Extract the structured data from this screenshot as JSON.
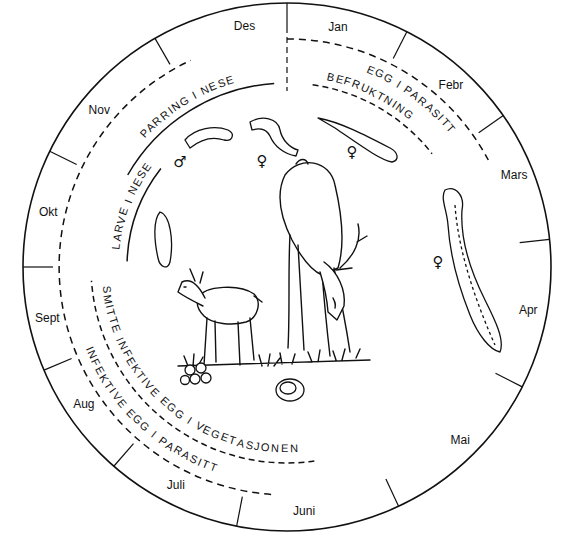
{
  "diagram": {
    "labels": [
      "Des",
      "Jan",
      "Febr",
      "Mars",
      "Apr",
      "Mai",
      "Juni",
      "Juli",
      "Aug",
      "Sept",
      "Okt",
      "Nov",
      "PARRING I NESE",
      "BEFRUKTNING",
      "EGG I PARASITT",
      "LARVE I NESE",
      "SMITTE INFEKTIVE EGG I VEGETASJONEN",
      "INFEKTIVE EGG I PARASITT",
      "♂",
      "♀",
      "♀",
      "♀"
    ]
  }
}
